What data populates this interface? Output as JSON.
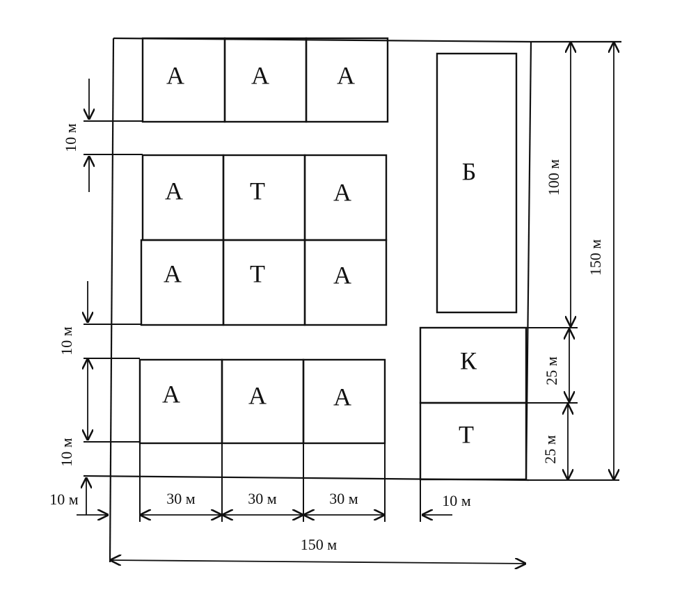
{
  "diagram": {
    "blocks": [
      {
        "id": "r1c1",
        "label": "А"
      },
      {
        "id": "r1c2",
        "label": "А"
      },
      {
        "id": "r1c3",
        "label": "А"
      },
      {
        "id": "r2c1",
        "label": "А"
      },
      {
        "id": "r2c2",
        "label": "Т"
      },
      {
        "id": "r2c3",
        "label": "А"
      },
      {
        "id": "r3c1",
        "label": "А"
      },
      {
        "id": "r3c2",
        "label": "Т"
      },
      {
        "id": "r3c3",
        "label": "А"
      },
      {
        "id": "r4c1",
        "label": "А"
      },
      {
        "id": "r4c2",
        "label": "А"
      },
      {
        "id": "r4c3",
        "label": "А"
      },
      {
        "id": "big",
        "label": "Б"
      },
      {
        "id": "k",
        "label": "К"
      },
      {
        "id": "t",
        "label": "Т"
      }
    ],
    "dimensions": {
      "road_top": "10 м",
      "road_mid": "10 м",
      "road_bottom": "10 м",
      "left_road": "10 м",
      "col1": "30 м",
      "col2": "30 м",
      "col3": "30 м",
      "right_road": "10 м",
      "total_width": "150 м",
      "big_height": "100 м",
      "k_height": "25 м",
      "t_height": "25 м",
      "total_height": "150 м"
    }
  }
}
